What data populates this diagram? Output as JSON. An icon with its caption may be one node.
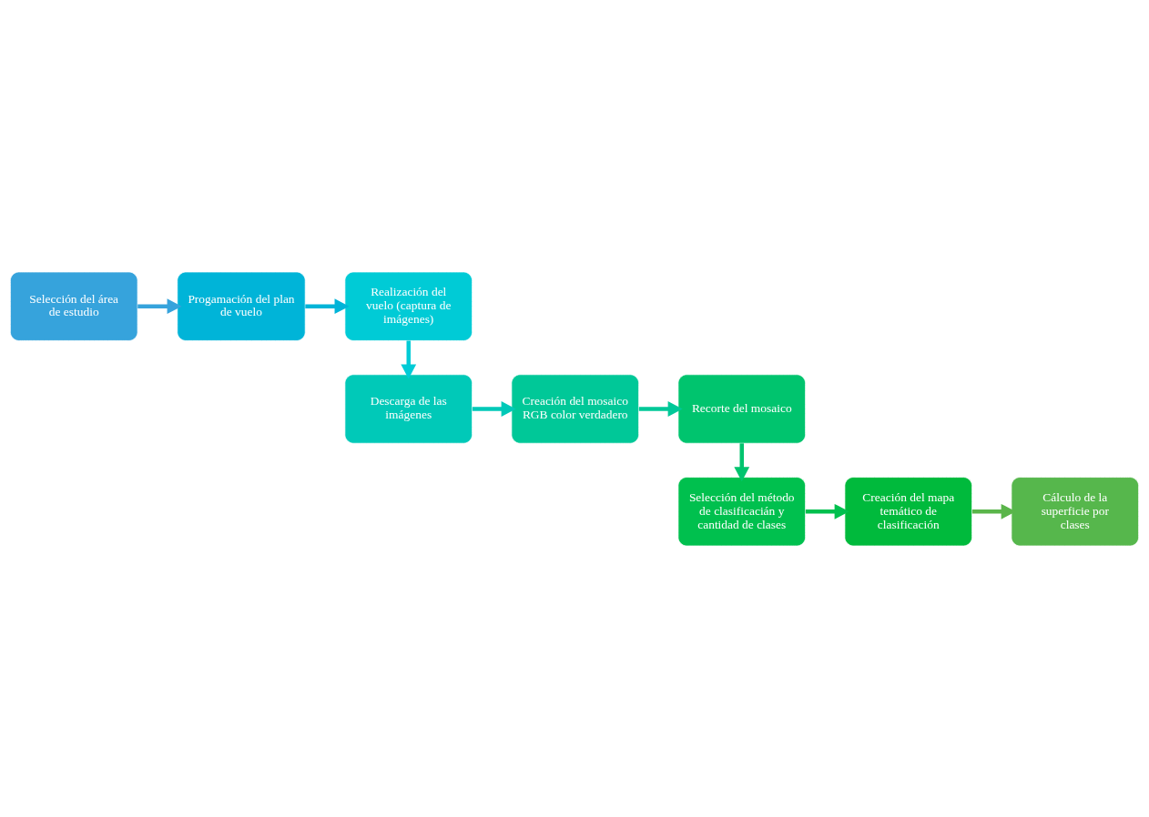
{
  "diagram": {
    "nodes": [
      {
        "text": [
          "Selección del área de estudio"
        ]
      },
      {
        "text": [
          "Progamación del plan de vuelo"
        ]
      },
      {
        "text": [
          "Realización del vuelo (captura de imágenes)"
        ]
      },
      {
        "text": [
          "Descarga de las imágenes"
        ]
      },
      {
        "text": [
          "Creación del mosaico RGB color verdadero"
        ]
      },
      {
        "text": [
          "Recorte del mosaico"
        ]
      },
      {
        "text": [
          "Selección del método de clasificacián y cantidad de clases"
        ]
      },
      {
        "text": [
          "Creación del mapa temático de clasificación"
        ]
      },
      {
        "text": [
          "Cálculo de la superficie por clases"
        ]
      }
    ],
    "edges": [
      {
        "from": 0,
        "to": 1,
        "arrow": "to",
        "color": "#36a3dc"
      },
      {
        "from": 1,
        "to": 2,
        "arrow": "to",
        "color": "#00b4d8"
      },
      {
        "from": 2,
        "to": 3,
        "arrow": "to",
        "color": "#00cbd6"
      },
      {
        "from": 3,
        "to": 4,
        "arrow": "to",
        "color": "#00c9b8"
      },
      {
        "from": 4,
        "to": 5,
        "arrow": "to",
        "color": "#00c898"
      },
      {
        "from": 5,
        "to": 6,
        "arrow": "to",
        "color": "#00c46e"
      },
      {
        "from": 6,
        "to": 7,
        "arrow": "to",
        "color": "#00c04e"
      },
      {
        "from": 7,
        "to": 8,
        "arrow": "to",
        "color": "#5ab54a"
      }
    ]
  }
}
